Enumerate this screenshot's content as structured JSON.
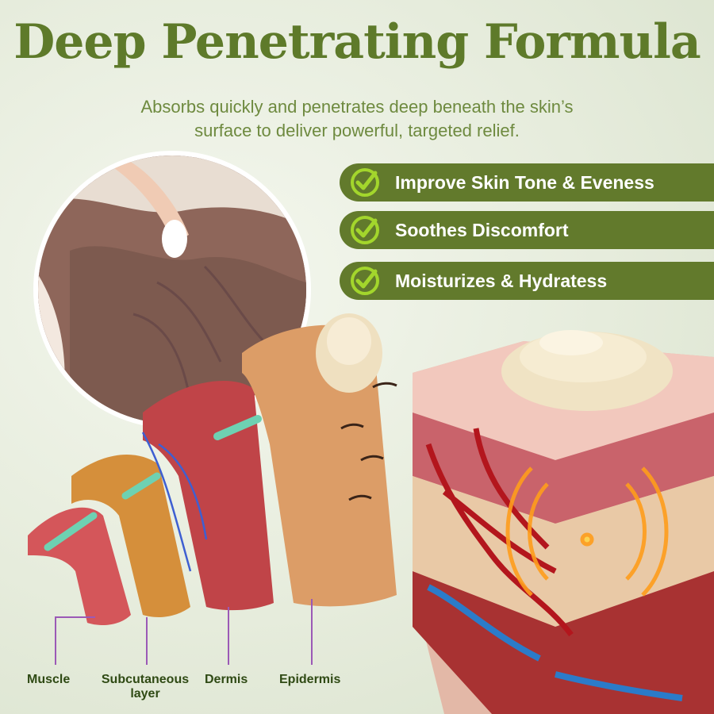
{
  "header": {
    "title": "Deep Penetrating Formula",
    "subtitle_line1": "Absorbs quickly and penetrates deep beneath the skin’s",
    "subtitle_line2": "surface to deliver powerful, targeted relief."
  },
  "benefits": [
    {
      "label": "Improve Skin Tone  & Eveness",
      "icon": "check-circle-icon"
    },
    {
      "label": "Soothes Discomfort",
      "icon": "check-circle-icon"
    },
    {
      "label": "Moisturizes & Hydratess",
      "icon": "check-circle-icon"
    }
  ],
  "layers": {
    "muscle": "Muscle",
    "subcutaneous_line1": "Subcutaneous",
    "subcutaneous_line2": "layer",
    "dermis": "Dermis",
    "epidermis": "Epidermis"
  },
  "colors": {
    "brand_green": "#627a2c",
    "title_green": "#5e7a2a",
    "check_green": "#a3d62c",
    "label_line": "#9b59b6"
  }
}
